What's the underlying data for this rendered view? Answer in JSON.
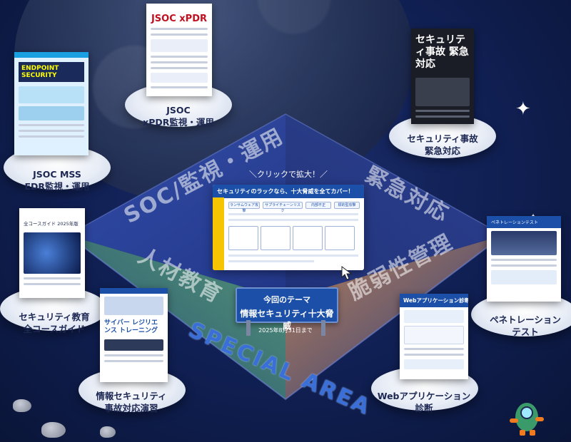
{
  "colors": {
    "background": "#101f52",
    "accent": "#1b4fa8",
    "soc_quadrant": "#2c4aa8",
    "emergency_quadrant": "#2a3d8c",
    "education_quadrant": "#5aa07a",
    "vulnerability_quadrant": "#c98a5a"
  },
  "quadrants": {
    "soc": "SOC/監視・運用",
    "emergency": "緊急対応",
    "education": "人材教育",
    "vulnerability": "脆弱性管理"
  },
  "center": {
    "click_prompt": "＼クリックで拡大！／",
    "panel_title": "セキュリティのラックなら、十大脅威を全てカバー！",
    "chips": [
      "ランサムウェア攻撃",
      "サプライチェーンリスク",
      "内部不正",
      "標的型攻撃"
    ]
  },
  "theme_sign": {
    "line1": "今回のテーマ",
    "line2": "情報セキュリティ十大脅威",
    "date": "2025年8月31日まで"
  },
  "special_area": "SPECIAL AREA",
  "items": [
    {
      "id": "jsoc-xpdr",
      "caption": [
        "JSOC",
        "xPDR監視・運用"
      ],
      "doc_title": "JSOC xPDR"
    },
    {
      "id": "emergency",
      "caption": [
        "セキュリティ事故",
        "緊急対応"
      ],
      "doc_title": "セキュリティ事故 緊急対応"
    },
    {
      "id": "jsoc-mss",
      "caption": [
        "JSOC MSS",
        "EDR監視・運用"
      ],
      "doc_title": "ENDPOINT SECURITY"
    },
    {
      "id": "education",
      "caption": [
        "セキュリティ教育",
        "全コースガイド"
      ],
      "doc_title": "全コースガイド 2025年版"
    },
    {
      "id": "pentest",
      "caption": [
        "ペネトレーション",
        "テスト"
      ],
      "doc_title": "ペネトレーションテスト"
    },
    {
      "id": "drill",
      "caption": [
        "情報セキュリティ",
        "事故対応演習"
      ],
      "doc_title": "サイバー レジリエンス トレーニング"
    },
    {
      "id": "webapp",
      "caption": [
        "Webアプリケーション",
        "診断"
      ],
      "doc_title": "Webアプリケーション診断"
    }
  ],
  "icons": [
    "cursor-icon",
    "sparkle-star-icon",
    "robot-mascot-icon",
    "planet-icon"
  ]
}
